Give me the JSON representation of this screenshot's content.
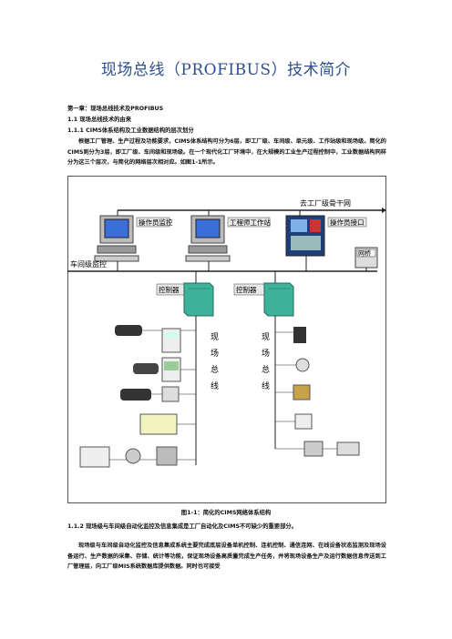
{
  "title": "现场总线（PROFIBUS）技术简介",
  "headings": {
    "chapter": "第一章：现场总线技术及PROFIBUS",
    "s1_1": "1.1 现场总线技术的由来",
    "s1_1_1": "1.1.1 CIMS体系结构及工业数据结构的层次划分",
    "s1_1_2": "1.1.2 现场级与车间级自动化监控及信息集成是工厂自动化及CIMS不可缺少的重要部分。"
  },
  "paragraphs": {
    "p1": "根据工厂管理、生产过程及功能要求，CIMS体系结构可分为6层，即工厂级、车间级、单元级、工作站级和现场级。简化的CIMS则分为3层，即工厂级、车间级和现场级。在一个现代化工厂环境中，在大规模的工业生产过程控制中，工业数据结构同样分为这三个层次，与简化的网络层次相对应。如图1-1所示。",
    "p2": "现场级与车间级自动化监控及信息集成系统主要完成底层设备单机控制、连机控制、通信连网、在线设备状态监测及现场设备运行、生产数据的采集、存储、统计等功能，保证现场设备高质量完成生产任务，并将现场设备生产及运行数据信息传送到工厂管理层，向工厂级MIS系统数据库提供数据。同时也可接受"
  },
  "diagram": {
    "backbone_label": "去工厂级骨干网",
    "workshop_label": "车间级监控",
    "station_ops": "操作员监控",
    "station_eng": "工程师工作站",
    "station_panel": "操作员接口",
    "gateway": "网桥",
    "controller": "控制器",
    "fieldbus": [
      "现",
      "场",
      "总",
      "线"
    ]
  },
  "caption": "图1-1：简化的CIMS网络体系结构",
  "colors": {
    "title": "#2e4f8f",
    "label_box": "#e8e8e8",
    "controller": "#3fb39a",
    "line": "#222222",
    "monitor": "#3a6ed8"
  }
}
